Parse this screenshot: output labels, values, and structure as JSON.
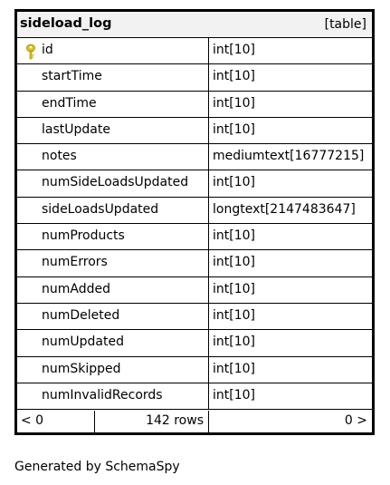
{
  "table": {
    "name": "sideload_log",
    "kind": "[table]"
  },
  "columns": [
    {
      "name": "id",
      "type": "int[10]",
      "primary_key": true
    },
    {
      "name": "startTime",
      "type": "int[10]"
    },
    {
      "name": "endTime",
      "type": "int[10]"
    },
    {
      "name": "lastUpdate",
      "type": "int[10]"
    },
    {
      "name": "notes",
      "type": "mediumtext[16777215]"
    },
    {
      "name": "numSideLoadsUpdated",
      "type": "int[10]"
    },
    {
      "name": "sideLoadsUpdated",
      "type": "longtext[2147483647]"
    },
    {
      "name": "numProducts",
      "type": "int[10]"
    },
    {
      "name": "numErrors",
      "type": "int[10]"
    },
    {
      "name": "numAdded",
      "type": "int[10]"
    },
    {
      "name": "numDeleted",
      "type": "int[10]"
    },
    {
      "name": "numUpdated",
      "type": "int[10]"
    },
    {
      "name": "numSkipped",
      "type": "int[10]"
    },
    {
      "name": "numInvalidRecords",
      "type": "int[10]"
    }
  ],
  "footer": {
    "prev": "< 0",
    "row_count": "142 rows",
    "next": "0 >"
  },
  "generated_by": "Generated by SchemaSpy",
  "colors": {
    "header_bg": "#f2f2f2",
    "key_icon": "#d9c21c",
    "border": "#000000"
  }
}
